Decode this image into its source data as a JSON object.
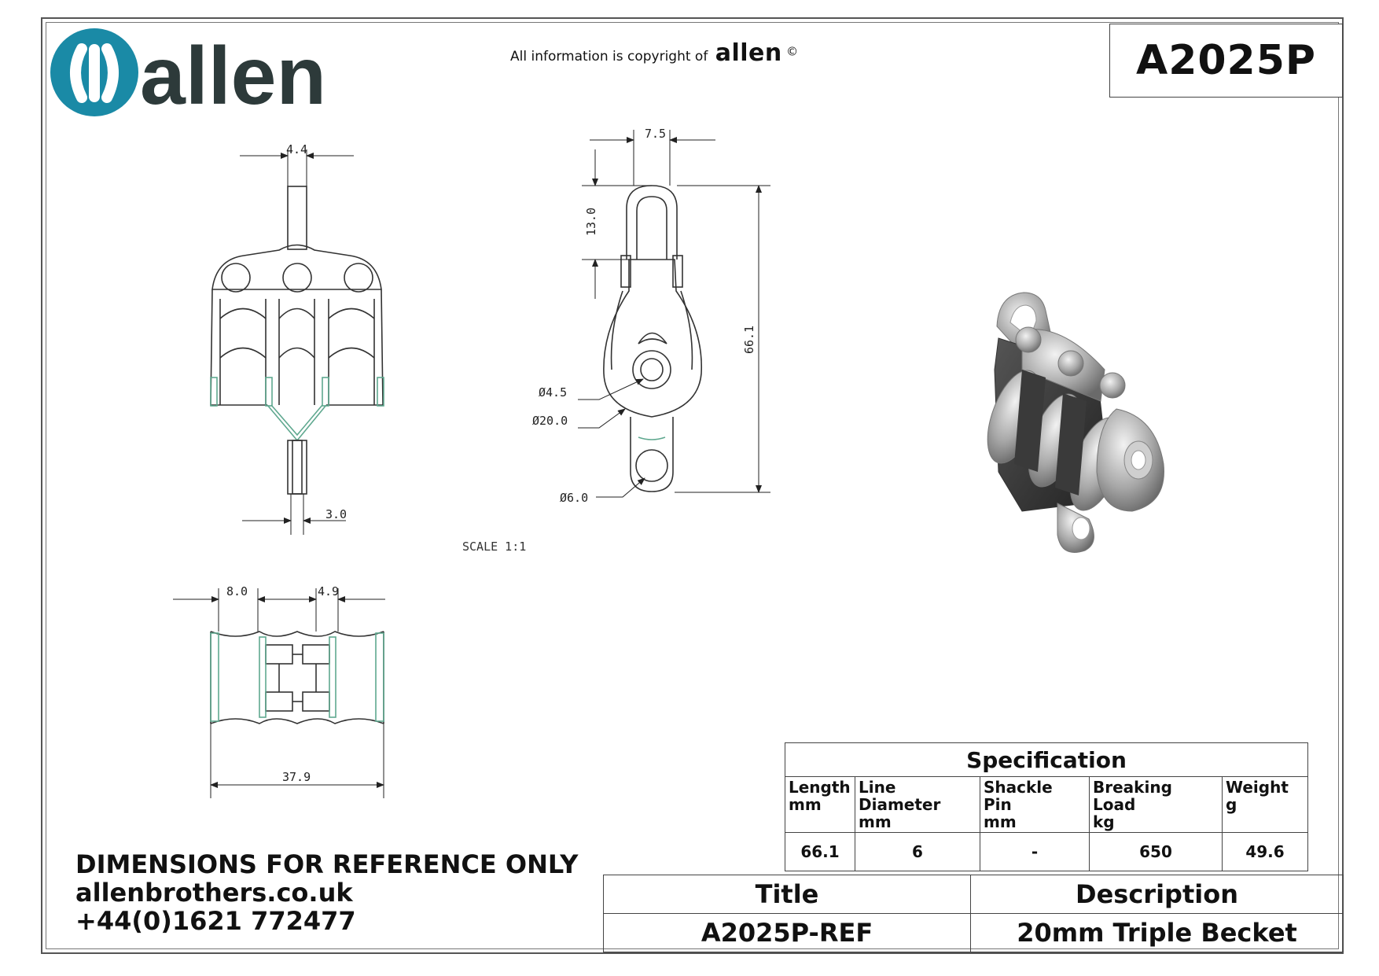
{
  "header": {
    "part_number": "A2025P",
    "copyright_text": "All information is copyright of",
    "copyright_brand": "allen",
    "copyright_mark": "©",
    "logo_text": "allen"
  },
  "drawing": {
    "scale": "SCALE 1:1",
    "dimensions": {
      "front_top_width": "4.4",
      "front_bottom_width": "3.0",
      "side_top_width": "7.5",
      "side_shackle_height": "13.0",
      "side_total_height": "66.1",
      "hole_small": "Ø4.5",
      "sheave": "Ø20.0",
      "becket_hole": "Ø6.0",
      "bottom_sheave_width": "8.0",
      "bottom_side_width": "4.9",
      "bottom_total_width": "37.9"
    }
  },
  "footer": {
    "line1": "DIMENSIONS FOR REFERENCE ONLY",
    "line2": "allenbrothers.co.uk",
    "line3": "+44(0)1621 772477"
  },
  "specification": {
    "title": "Specification",
    "headers": [
      {
        "name": "Length",
        "unit": "mm"
      },
      {
        "name": "Line Diameter",
        "unit": "mm"
      },
      {
        "name": "Shackle Pin",
        "unit": "mm"
      },
      {
        "name": "Breaking Load",
        "unit": "kg"
      },
      {
        "name": "Weight",
        "unit": "g"
      }
    ],
    "values": [
      "66.1",
      "6",
      "-",
      "650",
      "49.6"
    ]
  },
  "title_block": {
    "title_label": "Title",
    "description_label": "Description",
    "title_value": "A2025P-REF",
    "description_value": "20mm Triple Becket"
  },
  "colors": {
    "logo_blue": "#1a8aa6",
    "logo_dark": "#2d3a3a",
    "line": "#333333",
    "hatch_green": "#5fa88f"
  }
}
